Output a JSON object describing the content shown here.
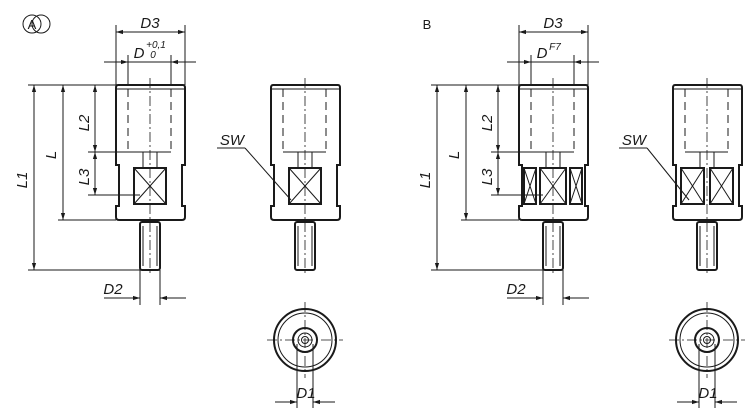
{
  "variants": [
    {
      "marker": "A",
      "labels": {
        "D3": "D3",
        "D": "D",
        "tol_upper": "+0,1",
        "tol_lower": "0",
        "L1": "L1",
        "L": "L",
        "L2": "L2",
        "L3": "L3",
        "D2": "D2",
        "SW": "SW",
        "D1": "D1"
      }
    },
    {
      "marker": "B",
      "labels": {
        "D3": "D3",
        "D": "D",
        "tol_upper": "F7",
        "L1": "L1",
        "L": "L",
        "L2": "L2",
        "L3": "L3",
        "D2": "D2",
        "SW": "SW",
        "D1": "D1"
      }
    }
  ]
}
